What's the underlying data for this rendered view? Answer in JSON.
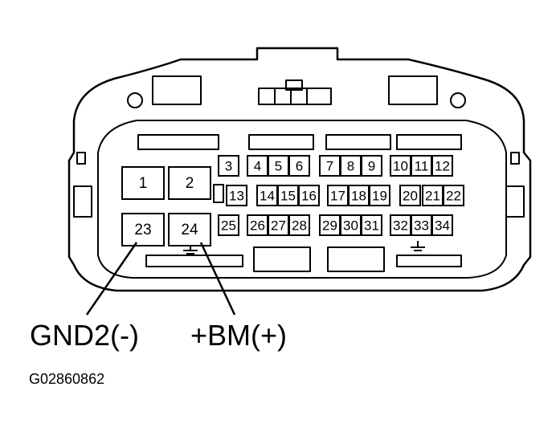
{
  "connector": {
    "large_pins": [
      "1",
      "2",
      "23",
      "24"
    ],
    "row1_pins": [
      "3",
      "4",
      "5",
      "6",
      "7",
      "8",
      "9",
      "10",
      "11",
      "12"
    ],
    "row2_pins": [
      "13",
      "14",
      "15",
      "16",
      "17",
      "18",
      "19",
      "20",
      "21",
      "22"
    ],
    "row3_pins": [
      "25",
      "26",
      "27",
      "28",
      "29",
      "30",
      "31",
      "32",
      "33",
      "34"
    ]
  },
  "labels": {
    "gnd2": "GND2(-)",
    "bm": "+BM(+)"
  },
  "figure_id": "G02860862"
}
